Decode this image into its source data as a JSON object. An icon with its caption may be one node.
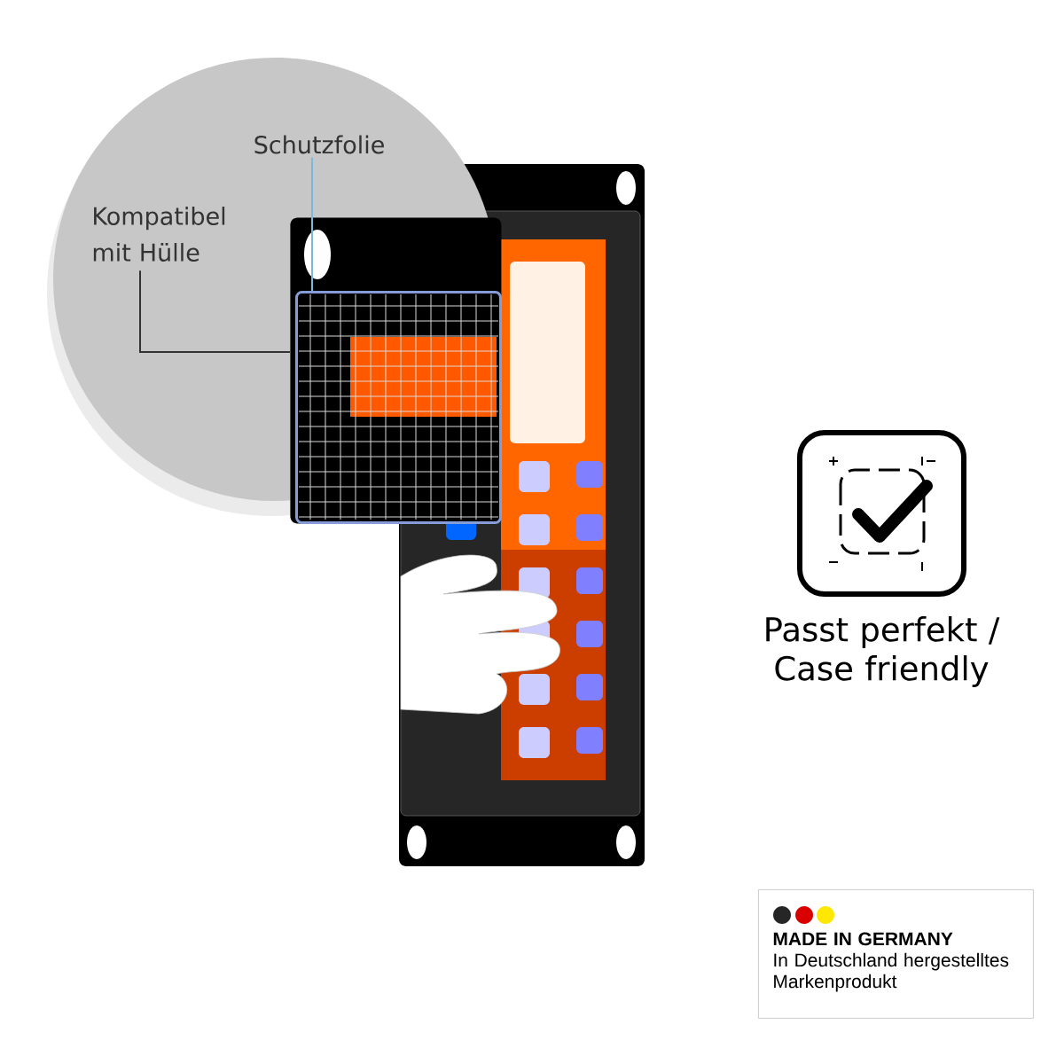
{
  "diagram": {
    "nodes": [
      {
        "text": [
          "Schutzfolie"
        ]
      },
      {
        "text": [
          "Kompatibel mit Hülle"
        ]
      },
      {
        "text": [],
        "shape": "box"
      },
      {
        "text": [],
        "shape": "box",
        "in": 2
      },
      {
        "text": [
          "MADE IN GERMANY",
          "In Deutschland hergestelltes Markenprodukt"
        ]
      }
    ],
    "edges": [
      {
        "from": 0,
        "to": 3,
        "arrow": "none",
        "color": "#7ab8dc"
      },
      {
        "from": 1,
        "to": 2,
        "arrow": "none",
        "color": "#333333"
      }
    ],
    "labels": [
      "Passt perfekt / Case friendly"
    ]
  }
}
